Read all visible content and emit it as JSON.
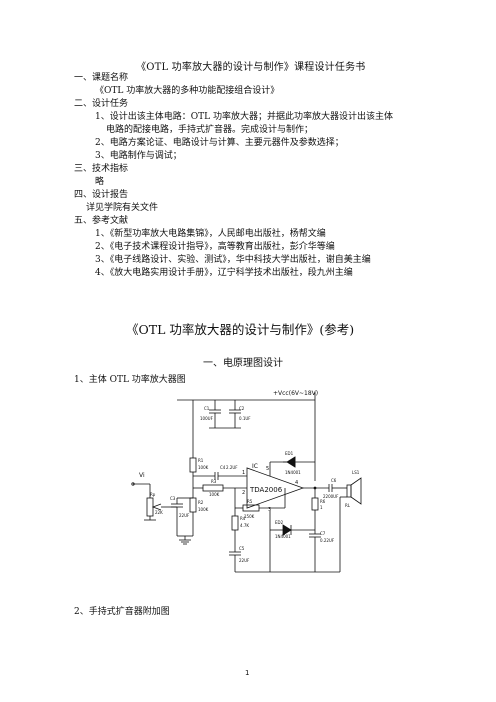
{
  "doc": {
    "title": "《OTL 功率放大器的设计与制作》课程设计任务书",
    "sec1_heading": "一、课题名称",
    "sec1_body": "《OTL 功率放大器的多种功能配接组合设计》",
    "sec2_heading": "二、设计任务",
    "sec2_item1_a": "1、设计出该主体电路：OTL 功率放大器；并据此功率放大器设计出该主体",
    "sec2_item1_b": "电路的配接电路，手持式扩音器。完成设计与制作；",
    "sec2_item2": "2、电路方案论证、电路设计与计算、主要元器件及参数选择；",
    "sec2_item3": "3、电路制作与调试；",
    "sec3_heading": "三、技术指标",
    "sec3_body": "略",
    "sec4_heading": "四、设计报告",
    "sec4_body": "详见学院有关文件",
    "sec5_heading": "五、参考文献",
    "ref1": "1、《新型功率放大电路集锦》，人民邮电出版社，杨帮文编",
    "ref2": "2、《电子技术课程设计指导》，高等教育出版社，彭介华等编",
    "ref3": "3、《电子线路设计、实验、测试》，华中科技大学出版社，谢自美主编",
    "ref4": "4、《放大电路实用设计手册》，辽宁科学技术出版社，段九州主编",
    "ref_title": "《OTL 功率放大器的设计与制作》(参考)",
    "part1_heading": "一、电原理图设计",
    "fig1_label": "1、主体 OTL 功率放大器图",
    "fig2_label": "2、手持式扩音器附加图",
    "page_number": "1"
  },
  "circuit": {
    "vcc": "+Vcc(6V~18V)",
    "ic": "TDA2006",
    "ic_label": "IC",
    "input": "Vi",
    "c1": "C1",
    "c1_val": "100UF",
    "c2": "C2",
    "c2_val": "0.1UF",
    "c3": "C3",
    "c3_val": "22UF",
    "c4": "C4",
    "c4_val": "2.2UF",
    "c5": "C5",
    "c5_val": "22UF",
    "c6": "C6",
    "c6_val": "2200UF",
    "c7": "C7",
    "c7_val": "0.22UF",
    "r1": "R1",
    "r1_val": "100K",
    "r2": "R2",
    "r2_val": "100K",
    "r3": "R3",
    "r3_val": "100K",
    "r4": "R4",
    "r4_val": "4.7K",
    "r5": "R5",
    "r5_val": "150K",
    "r6": "R6",
    "r6_val": "1",
    "rp": "Rp",
    "rp_val": "22K",
    "d1": "ED1",
    "d1_val": "1N4001",
    "d2": "ED2",
    "d2_val": "1N4001",
    "speaker": "LS1",
    "rl": "RL",
    "pin5": "5",
    "pin1": "1",
    "pin2": "2",
    "pin3": "3",
    "pin4": "4"
  }
}
